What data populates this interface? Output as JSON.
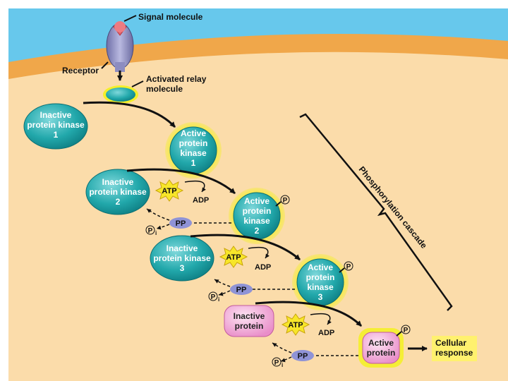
{
  "labels": {
    "signal_molecule": "Signal molecule",
    "receptor": "Receptor",
    "relay_line1": "Activated relay",
    "relay_line2": "molecule",
    "cascade": "Phosphorylation cascade",
    "response_line1": "Cellular",
    "response_line2": "response"
  },
  "inactive_kinases": [
    {
      "line1": "Inactive",
      "line2": "protein kinase",
      "line3": "1"
    },
    {
      "line1": "Inactive",
      "line2": "protein kinase",
      "line3": "2"
    },
    {
      "line1": "Inactive",
      "line2": "protein kinase",
      "line3": "3"
    }
  ],
  "active_kinases": [
    {
      "line1": "Active",
      "line2": "protein",
      "line3": "kinase",
      "line4": "1"
    },
    {
      "line1": "Active",
      "line2": "protein",
      "line3": "kinase",
      "line4": "2"
    },
    {
      "line1": "Active",
      "line2": "protein",
      "line3": "kinase",
      "line4": "3"
    }
  ],
  "inactive_protein": {
    "line1": "Inactive",
    "line2": "protein"
  },
  "active_protein": {
    "line1": "Active",
    "line2": "protein"
  },
  "atp": "ATP",
  "adp": "ADP",
  "pp": "PP",
  "p": "P",
  "pi_sub": "i",
  "colors": {
    "sky": "#67c8ec",
    "membrane": "#f0a74a",
    "cytoplasm": "#fbdcaa",
    "kinase": "#1aa3a6",
    "glow": "#f4ef2a",
    "protein": "#f3bde0",
    "pp": "#8f93d6",
    "atp": "#f7e62a",
    "response_box": "#fff16e"
  }
}
